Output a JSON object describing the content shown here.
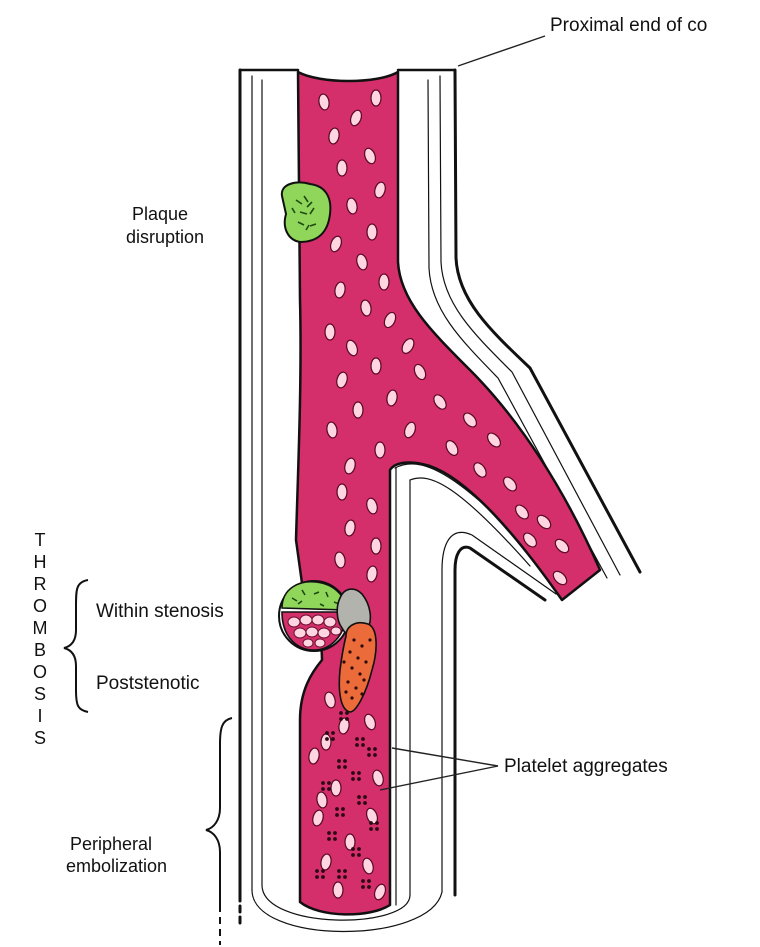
{
  "labels": {
    "proximal_end": "Proximal end of co",
    "plaque_line1": "Plaque",
    "plaque_line2": "disruption",
    "within_stenosis": "Within stenosis",
    "poststenotic": "Poststenotic",
    "platelet_aggregates": "Platelet aggregates",
    "peripheral_line1": "Peripheral",
    "peripheral_line2": "embolization"
  },
  "thrombosis_letters": [
    "T",
    "H",
    "R",
    "O",
    "M",
    "B",
    "O",
    "S",
    "I",
    "S"
  ],
  "colors": {
    "blood": "#d42f6b",
    "rbc": "#ffd5e2",
    "plaque_green": "#8fd65a",
    "clot_orange": "#ec6b3a",
    "platelet_gray": "#b3b3ad",
    "vessel_wall": "#ffffff",
    "outline": "#111111"
  }
}
